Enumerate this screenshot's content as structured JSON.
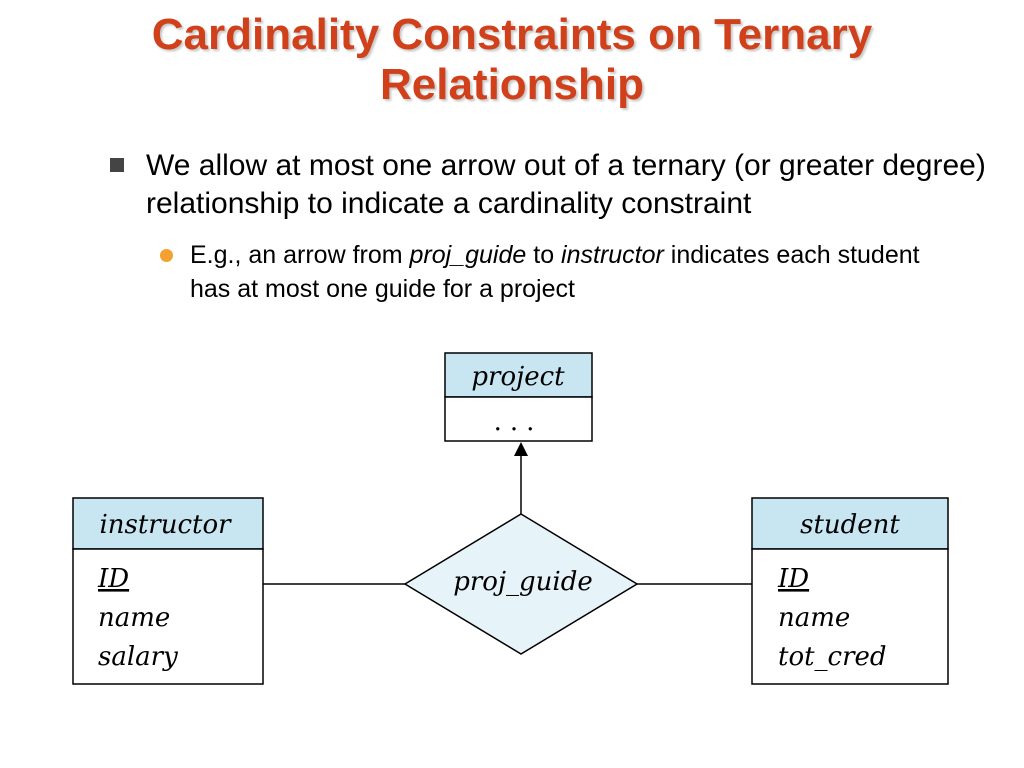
{
  "slide": {
    "title_line1": "Cardinality Constraints on Ternary",
    "title_line2": "Relationship",
    "bullet_main": "We allow at most one arrow out of a ternary (or greater degree) relationship to indicate a cardinality constraint",
    "sub_bullet": {
      "prefix": "E.g., an arrow from ",
      "term1": "proj_guide",
      "middle": " to ",
      "term2": "instructor",
      "suffix": " indicates each student has at most one guide for a project"
    }
  },
  "diagram": {
    "entities": {
      "project": {
        "name": "project",
        "attributes": [
          "..."
        ]
      },
      "instructor": {
        "name": "instructor",
        "attributes": [
          "ID",
          "name",
          "salary"
        ]
      },
      "student": {
        "name": "student",
        "attributes": [
          "ID",
          "name",
          "tot_cred"
        ]
      }
    },
    "relationship": {
      "name": "proj_guide"
    },
    "colors": {
      "entity_header": "#c7e6f2",
      "relationship_fill": "#e6f3f8",
      "title": "#d0401b",
      "square_bullet": "#444444",
      "round_bullet": "#f3a232"
    }
  }
}
